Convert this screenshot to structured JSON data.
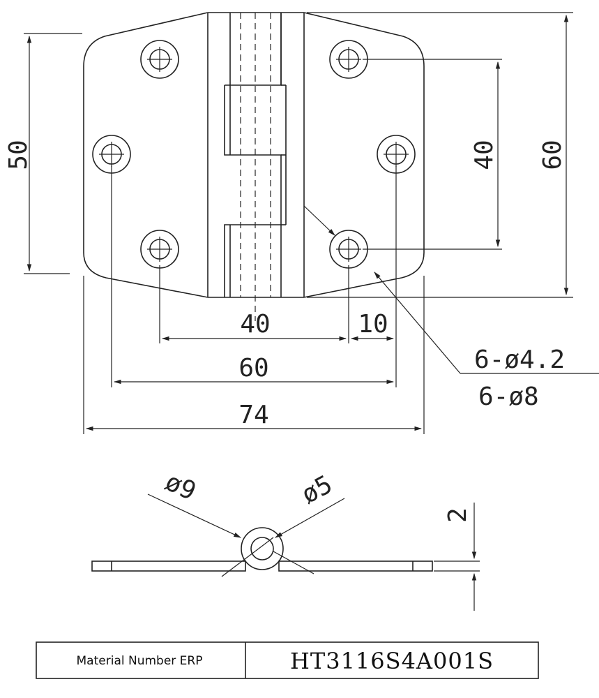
{
  "dimensions": {
    "overall_height": "50",
    "hole_vertical_pitch": "40",
    "total_height": "60",
    "hole_pitch_inner": "40",
    "edge_offset": "10",
    "hole_pitch_outer": "60",
    "overall_width": "74",
    "small_hole_callout": "6-ø4.2",
    "countersink_callout": "6-ø8",
    "knuckle_outer_diameter": "ø9",
    "pin_diameter": "ø5",
    "plate_thickness": "2"
  },
  "title_block": {
    "label": "Material Number ERP",
    "value": "HT3116S4A001S"
  },
  "colors": {
    "line": "#222222",
    "background": "#ffffff"
  }
}
